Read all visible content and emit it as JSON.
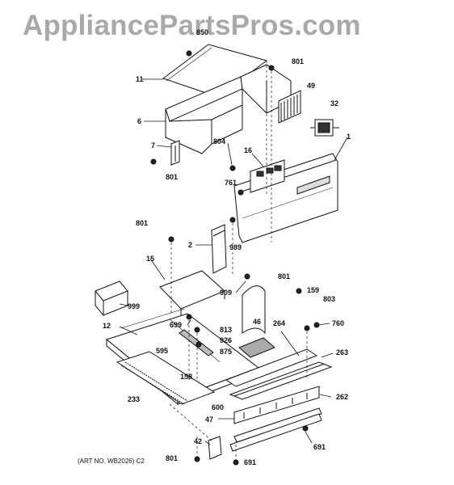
{
  "watermark": "AppliancePartsPros.com",
  "art_number": "(ART NO. WB2026) C2",
  "callouts": {
    "p850": "850",
    "p11": "11",
    "p801_top": "801",
    "p49": "49",
    "p32": "32",
    "p6": "6",
    "p7": "7",
    "p804": "804",
    "p16": "16",
    "p1": "1",
    "p801_left": "801",
    "p761": "761",
    "p801_mid": "801",
    "p2": "2",
    "p989": "989",
    "p15": "15",
    "p909": "909",
    "p801_right": "801",
    "p159": "159",
    "p803": "803",
    "p999": "999",
    "p699": "699",
    "p813": "813",
    "p46": "46",
    "p264": "264",
    "p760": "760",
    "p12": "12",
    "p926": "926",
    "p595": "595",
    "p875": "875",
    "p263": "263",
    "p158": "158",
    "p233": "233",
    "p600": "600",
    "p262": "262",
    "p47": "47",
    "p42": "42",
    "p691_right": "691",
    "p801_bottom": "801",
    "p691_bottom": "691"
  }
}
